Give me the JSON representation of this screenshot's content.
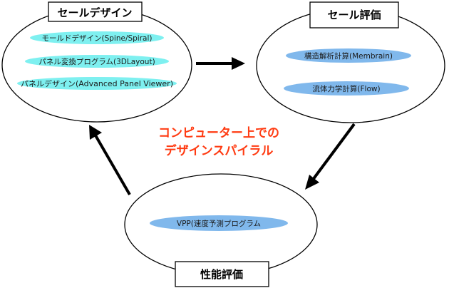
{
  "design_box": {
    "title": "セールデザイン",
    "items": [
      "モールドデザイン(Spine/Spiral)",
      "パネル変換プログラム(3DLayout)",
      "パネルデザイン(Advanced Panel Viewer)"
    ]
  },
  "evaluation_box": {
    "title": "セール評価",
    "items": [
      "構造解析計算(Membrain)",
      "流体力学計算(Flow)"
    ]
  },
  "performance_box": {
    "title": "性能評価",
    "items": [
      "VPP(速度予測プログラム"
    ]
  },
  "center_label": {
    "line1": "コンピューター上での",
    "line2": "デザインスパイラル"
  },
  "colors": {
    "pill_cyan": "#7ef0f0",
    "pill_blue": "#80b8ec",
    "center_text": "#ff3b12",
    "arrow": "#000000"
  }
}
